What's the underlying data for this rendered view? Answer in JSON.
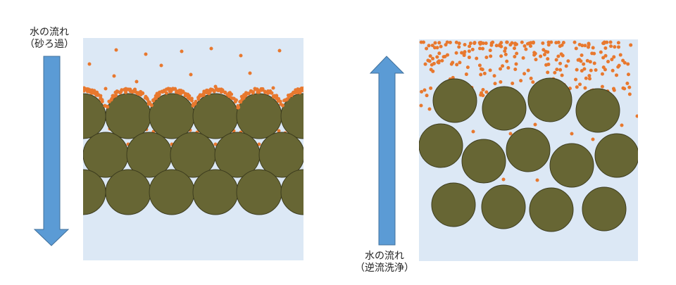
{
  "left_panel": {
    "label_line1": "水の流れ",
    "label_line2": "（砂ろ過）"
  },
  "right_panel": {
    "label_line1": "水の流れ",
    "label_line2": "（逆流洗浄）"
  },
  "colors": {
    "water": "#dce8f5",
    "sand_grain": "#676634",
    "sand_outline": "#3d3c1e",
    "particle": "#e8782e",
    "arrow": "#5b9bd5",
    "arrow_outline": "#41719c"
  }
}
